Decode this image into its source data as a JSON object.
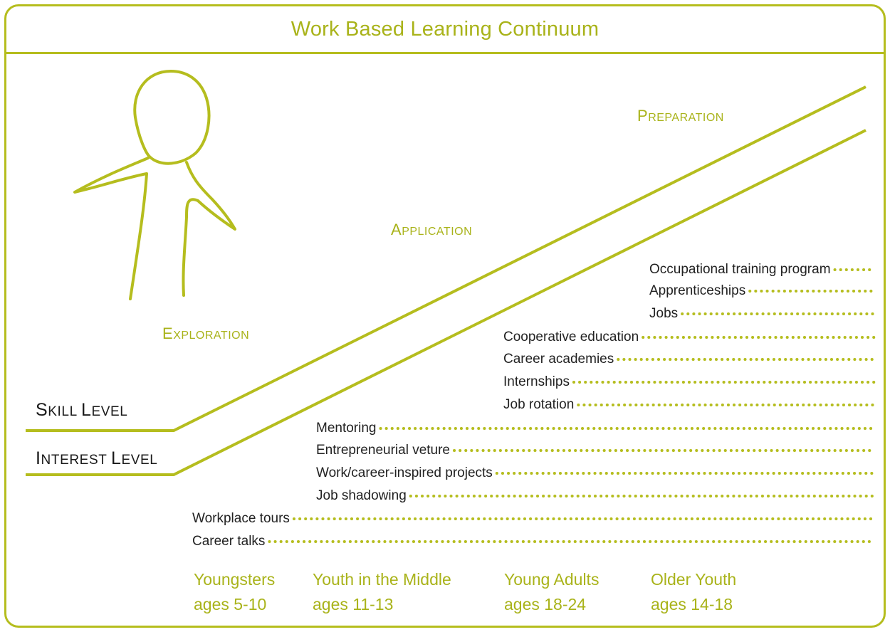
{
  "title": "Work Based Learning Continuum",
  "colors": {
    "accent": "#b5bd1e",
    "text": "#222222",
    "background": "#ffffff"
  },
  "stages": [
    "Exploration",
    "Application",
    "Preparation"
  ],
  "levels": {
    "skill": "Skill Level",
    "interest": "Interest Level"
  },
  "activities": [
    "Occupational training program",
    "Apprenticeships",
    "Jobs",
    "Cooperative education",
    "Career academies",
    "Internships",
    "Job rotation",
    "Mentoring",
    "Entrepreneurial veture",
    "Work/career-inspired  projects",
    "Job shadowing",
    "Workplace tours",
    "Career talks"
  ],
  "age_groups": [
    {
      "name": "Youngsters",
      "ages": "ages 5-10"
    },
    {
      "name": "Youth in the Middle",
      "ages": "ages 11-13"
    },
    {
      "name": "Young Adults",
      "ages": "ages 18-24"
    },
    {
      "name": "Older Youth",
      "ages": "ages 14-18"
    }
  ],
  "figure_icon": "person-figure-icon"
}
